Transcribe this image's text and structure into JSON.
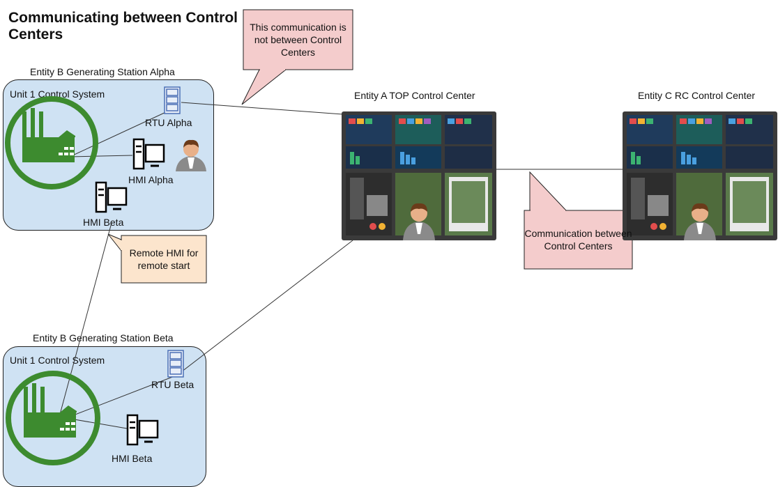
{
  "title": "Communicating between Control Centers",
  "colors": {
    "site_fill": "#cfe2f3",
    "factory_green": "#3d8b2f",
    "pink_callout": "#f4cccc",
    "orange_callout": "#fce5cd",
    "rtu_blue": "#4a6fb5"
  },
  "sites": {
    "alpha": {
      "label": "Entity B Generating Station Alpha",
      "system_label": "Unit 1 Control System",
      "rtu_label": "RTU Alpha",
      "hmi_label": "HMI Alpha",
      "hmi2_label": "HMI Beta"
    },
    "beta": {
      "label": "Entity B Generating Station Beta",
      "system_label": "Unit 1 Control System",
      "rtu_label": "RTU Beta",
      "hmi_label": "HMI Beta"
    }
  },
  "control_centers": {
    "top": {
      "label": "Entity A TOP Control Center"
    },
    "rc": {
      "label": "Entity C RC Control Center"
    }
  },
  "callouts": {
    "not_between": "This communication is not between Control Centers",
    "between": "Communication between Control Centers",
    "remote_hmi": "Remote HMI for remote start"
  },
  "icons": [
    "factory-icon",
    "rtu-server-icon",
    "hmi-workstation-icon",
    "operator-icon",
    "control-center-wall-icon"
  ]
}
